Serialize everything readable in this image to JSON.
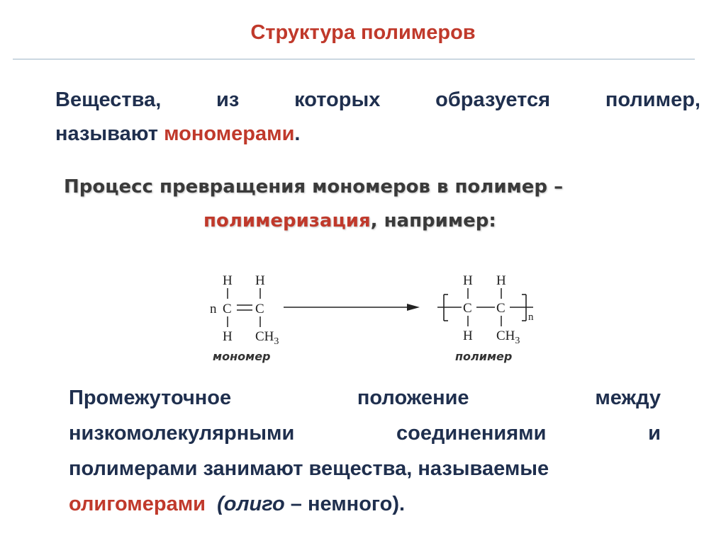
{
  "title": "Структура полимеров",
  "intro": {
    "line1_words": [
      "Вещества,",
      "из",
      "которых",
      "образуется",
      "полимер,"
    ],
    "line2_prefix": "называют ",
    "line2_term": "мономерами",
    "line2_suffix": "."
  },
  "process": {
    "line1": "Процесс превращения мономеров в полимер –",
    "line2_term": "полимеризация",
    "line2_suffix": ", например:"
  },
  "reaction": {
    "coefficient": "n",
    "H": "H",
    "C": "C",
    "CH3_main": "CH",
    "CH3_sub": "3",
    "subscript_n": "n",
    "monomer_label": "мономер",
    "polymer_label": "полимер"
  },
  "oligomers": {
    "line1_words": [
      "Промежуточное",
      "положение",
      "между"
    ],
    "line2_words": [
      "низкомолекулярными",
      "соединениями",
      "и"
    ],
    "line3": "полимерами занимают вещества, называемые",
    "line4_term": "олигомерами",
    "line4_italic": "(олиго",
    "line4_dash": " – ",
    "line4_rest": "немного)."
  },
  "colors": {
    "accent": "#c0392b",
    "body_text": "#1f2f4e",
    "process_text": "#3a3a3a",
    "rule": "#9fb6c8"
  }
}
